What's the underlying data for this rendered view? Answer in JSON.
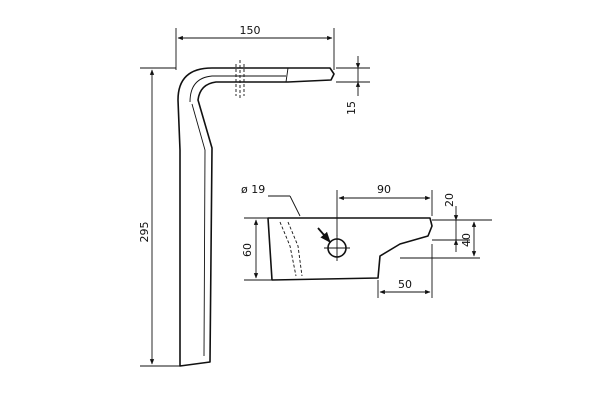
{
  "drawing": {
    "side_view": {
      "dim_width": "150",
      "dim_height": "295",
      "dim_thickness": "15"
    },
    "front_view": {
      "dim_hole": "ø 19",
      "dim_hole_offset": "90",
      "dim_top_step": "20",
      "dim_step_height": "40",
      "dim_height": "60",
      "dim_bottom_width": "50"
    }
  }
}
